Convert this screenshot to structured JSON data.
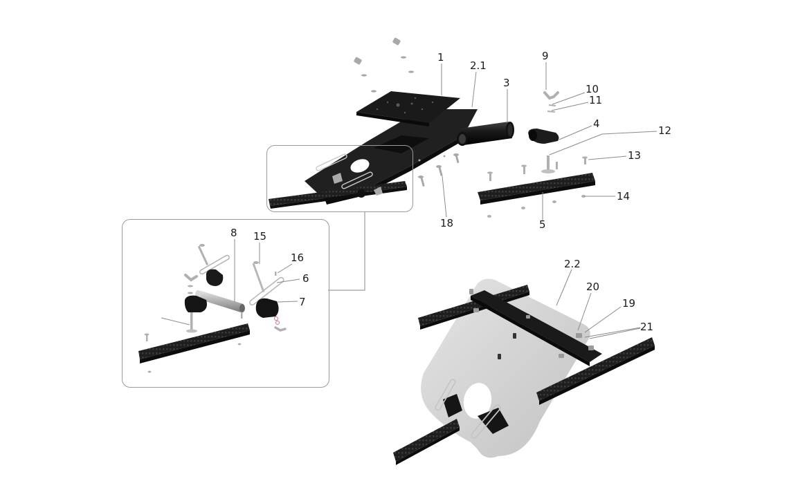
{
  "diagram": {
    "type": "exploded-assembly-view",
    "colors": {
      "carbon": "#1c1c1c",
      "carbon_light": "#2e2e2e",
      "metal": "#b8b8b8",
      "plate_silver": "#d6d6d6",
      "leader": "#8a8a8a",
      "box_border": "#9a9a9a"
    },
    "callouts": [
      {
        "id": "1",
        "label": "1"
      },
      {
        "id": "2.1",
        "label": "2.1"
      },
      {
        "id": "3",
        "label": "3"
      },
      {
        "id": "9",
        "label": "9"
      },
      {
        "id": "10",
        "label": "10"
      },
      {
        "id": "11",
        "label": "11"
      },
      {
        "id": "4",
        "label": "4"
      },
      {
        "id": "12",
        "label": "12"
      },
      {
        "id": "13",
        "label": "13"
      },
      {
        "id": "14",
        "label": "14"
      },
      {
        "id": "5",
        "label": "5"
      },
      {
        "id": "18",
        "label": "18"
      },
      {
        "id": "8",
        "label": "8"
      },
      {
        "id": "15",
        "label": "15"
      },
      {
        "id": "16",
        "label": "16"
      },
      {
        "id": "6",
        "label": "6"
      },
      {
        "id": "7",
        "label": "7"
      },
      {
        "id": "2.2",
        "label": "2.2"
      },
      {
        "id": "20",
        "label": "20"
      },
      {
        "id": "19",
        "label": "19"
      },
      {
        "id": "21",
        "label": "21"
      }
    ]
  }
}
